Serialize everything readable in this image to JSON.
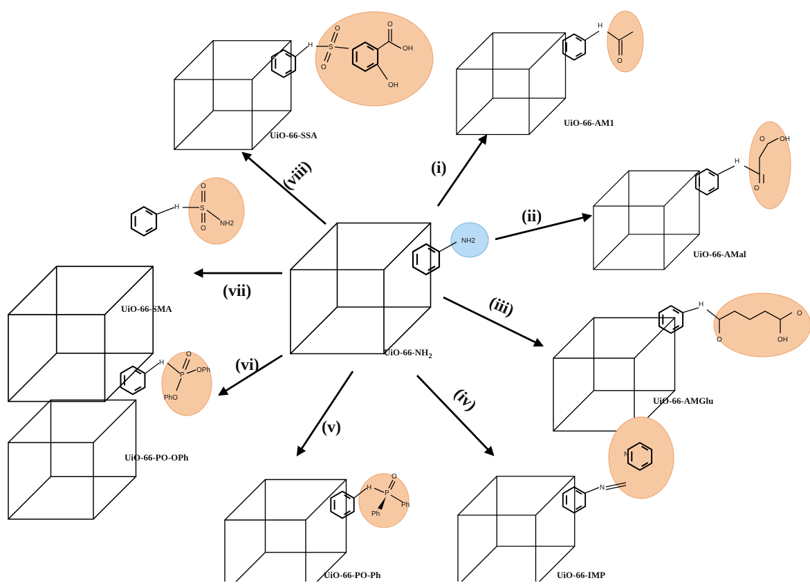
{
  "center": {
    "label": "UiO-66-NH",
    "label_sub": "2",
    "group": "NH2"
  },
  "colors": {
    "highlight_orange": "#f7c9a3",
    "highlight_orange_edge": "#eea06a",
    "highlight_blue": "#b8dcf5",
    "highlight_blue_edge": "#74b5e3",
    "line": "#000000"
  },
  "steps": [
    "(i)",
    "(ii)",
    "(iii)",
    "(iv)",
    "(v)",
    "(vi)",
    "(vii)",
    "(viii)"
  ],
  "products": [
    {
      "label": "UiO-66-AM1"
    },
    {
      "label": "UiO-66-AMal"
    },
    {
      "label": "UiO-66-AMGlu"
    },
    {
      "label": "UiO-66-IMP"
    },
    {
      "label": "UiO-66-PO-Ph"
    },
    {
      "label": "UiO-66-PO-OPh"
    },
    {
      "label": "UiO-66-SMA"
    },
    {
      "label": "UiO-66-SSA"
    }
  ],
  "atoms": {
    "n_h": "H",
    "n": "N",
    "o": "O",
    "s": "S",
    "p": "P",
    "oh": "OH",
    "nh2": "NH2",
    "ph": "Ph",
    "pho": "PhO",
    "oph": "OPh"
  }
}
